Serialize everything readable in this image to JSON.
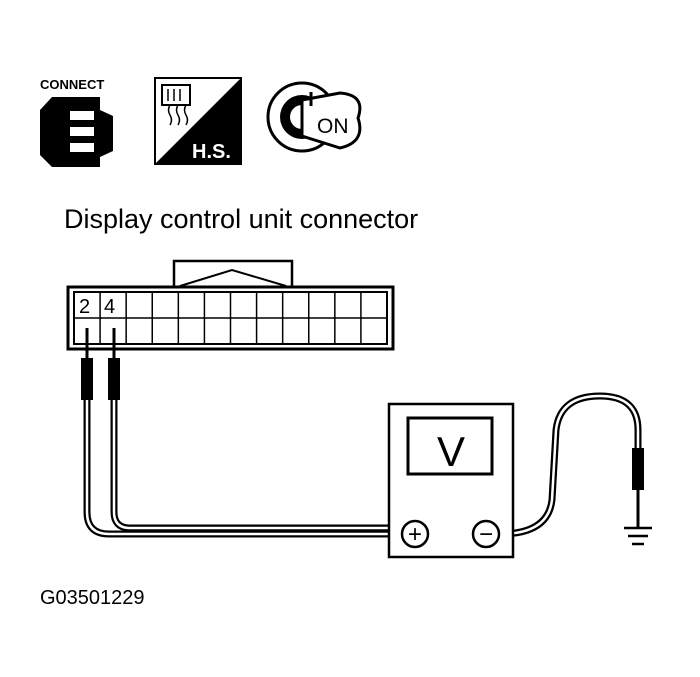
{
  "icons": {
    "connect": {
      "label": "CONNECT",
      "icon": "connector-connect-icon"
    },
    "harness": {
      "label": "H.S.",
      "icon": "harness-side-icon"
    },
    "ignition": {
      "label": "ON",
      "icon": "ignition-key-on-icon"
    }
  },
  "connector": {
    "title": "Display control unit connector",
    "pins": [
      "2",
      "4"
    ]
  },
  "meter": {
    "label": "V",
    "positive": "+",
    "negative": "−"
  },
  "ground": {
    "icon": "ground-icon"
  },
  "figure_code": "G03501229"
}
